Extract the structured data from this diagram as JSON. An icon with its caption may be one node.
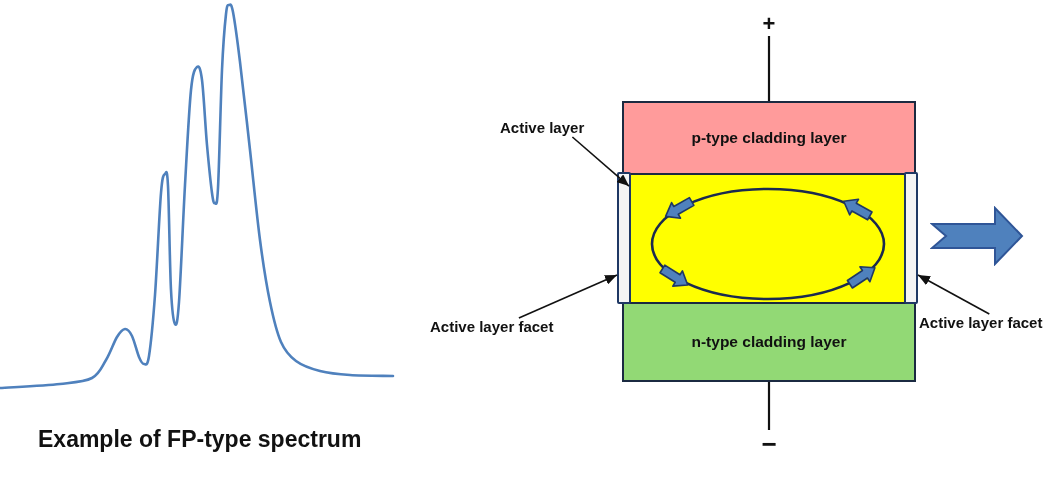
{
  "diagram": {
    "caption": "Example of FP-type spectrum",
    "nodes": [
      {
        "text": [
          "p-type cladding layer"
        ]
      },
      {
        "text": [],
        "shape": "box"
      },
      {
        "text": [
          "n-type cladding layer"
        ]
      },
      {
        "text": [],
        "shape": "bar"
      },
      {
        "text": [],
        "shape": "bar"
      },
      {
        "text": [
          "Active layer"
        ]
      },
      {
        "text": [
          "Active layer facet"
        ]
      },
      {
        "text": [
          "Active layer facet"
        ]
      },
      {
        "text": [
          "+"
        ]
      },
      {
        "text": [
          "−"
        ]
      }
    ],
    "edges": [
      {
        "from": 5,
        "to": 1,
        "arrow": "to"
      },
      {
        "from": 6,
        "to": 3,
        "arrow": "to"
      },
      {
        "from": 7,
        "to": 4,
        "arrow": "to"
      },
      {
        "from": 8,
        "to": 0,
        "arrow": "none"
      },
      {
        "from": 2,
        "to": 9,
        "arrow": "none"
      }
    ]
  }
}
